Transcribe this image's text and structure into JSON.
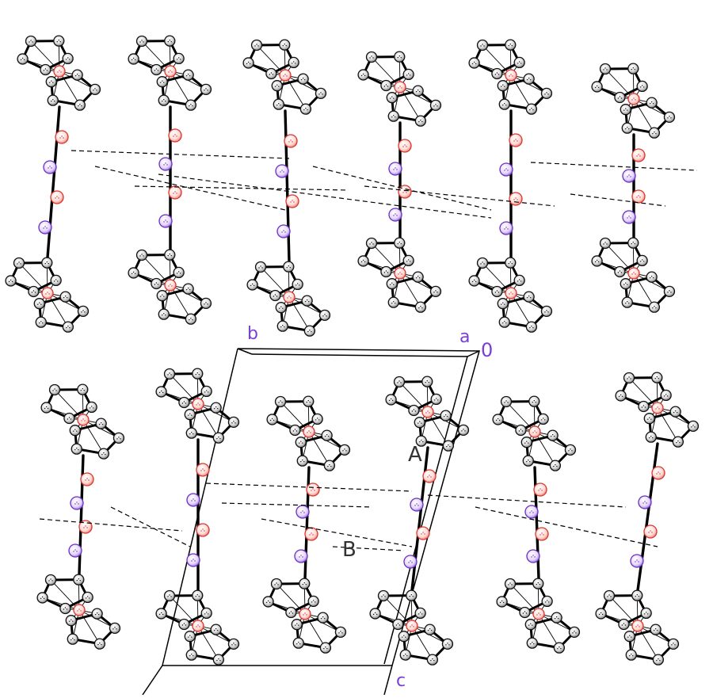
{
  "diagram": {
    "axis_labels": {
      "b": "b",
      "a": "a",
      "origin": "0",
      "c": "c"
    },
    "molecule_labels": {
      "A": "A",
      "B": "B"
    },
    "colors": {
      "carbon": "#1a1a1a",
      "oxygen": "#e8453c",
      "nitrogen": "#7b3fd1",
      "iron": "#e8453c",
      "bond": "#000000",
      "axis_label": "#7b3fd1",
      "molecule_label": "#333333"
    }
  }
}
